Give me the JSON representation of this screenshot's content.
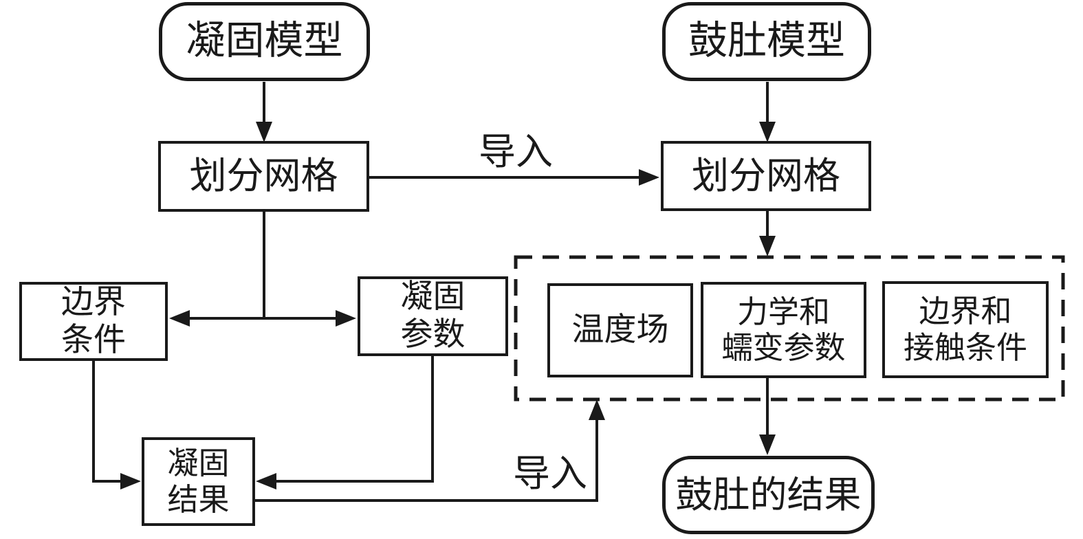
{
  "diagram": {
    "title": "solidification-bulging coupled simulation flowchart",
    "colors": {
      "background": "#ffffff",
      "line": "#1a1a1a",
      "text": "#1a1a1a"
    },
    "nodes": {
      "solidification_model": {
        "label": "凝固模型",
        "shape": "rounded"
      },
      "bulging_model": {
        "label": "鼓肚模型",
        "shape": "rounded"
      },
      "mesh_left": {
        "label": "划分网格",
        "shape": "rect"
      },
      "mesh_right": {
        "label": "划分网格",
        "shape": "rect"
      },
      "boundary_conditions": {
        "line1": "边界",
        "line2": "条件",
        "shape": "rect"
      },
      "solidification_params": {
        "line1": "凝固",
        "line2": "参数",
        "shape": "rect"
      },
      "temperature_field": {
        "label": "温度场",
        "shape": "rect"
      },
      "mechanics_creep_params": {
        "line1": "力学和",
        "line2": "蠕变参数",
        "shape": "rect"
      },
      "boundary_contact_conditions": {
        "line1": "边界和",
        "line2": "接触条件",
        "shape": "rect"
      },
      "solidification_result": {
        "line1": "凝固",
        "line2": "结果",
        "shape": "rect"
      },
      "bulging_result": {
        "label": "鼓肚的结果",
        "shape": "rounded"
      }
    },
    "edge_labels": {
      "import_top": "导入",
      "import_bottom": "导入"
    }
  }
}
